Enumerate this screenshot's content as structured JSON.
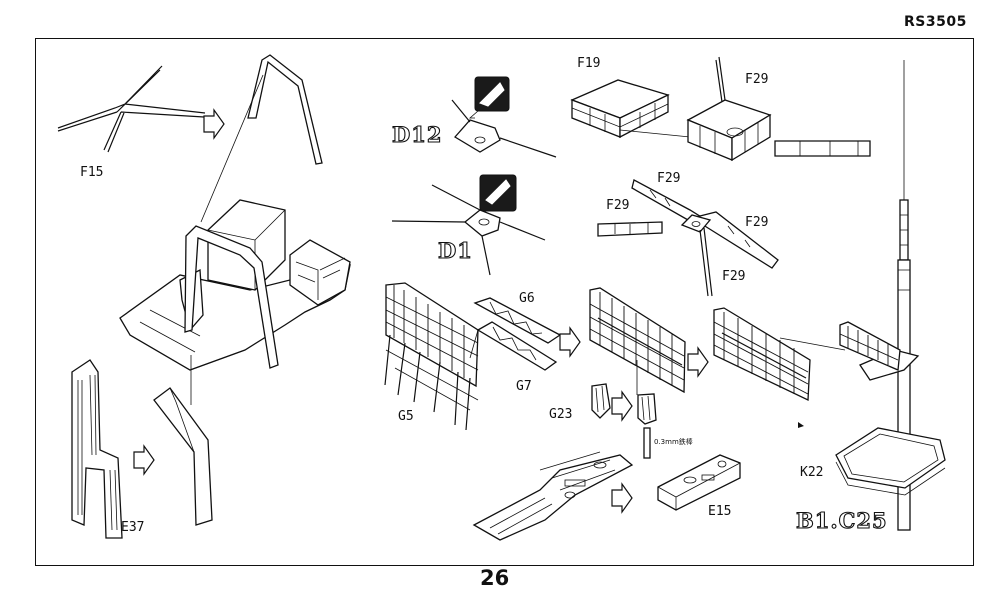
{
  "page": {
    "doc_code": "RS3505",
    "page_number": "26"
  },
  "labels": {
    "f15": "F15",
    "d12": "D12",
    "d1": "D1",
    "f19": "F19",
    "f29_top": "F29",
    "f29_a": "F29",
    "f29_b": "F29",
    "f29_c": "F29",
    "f29_d": "F29",
    "g6": "G6",
    "g7": "G7",
    "g5": "G5",
    "g23": "G23",
    "rod_note": "0.3mm鉄棒",
    "e15": "E15",
    "e37": "E37",
    "k22": "K22",
    "b1c25": "B1.C25"
  },
  "icons": [
    "folded-flag-icon",
    "folded-flag-icon"
  ]
}
